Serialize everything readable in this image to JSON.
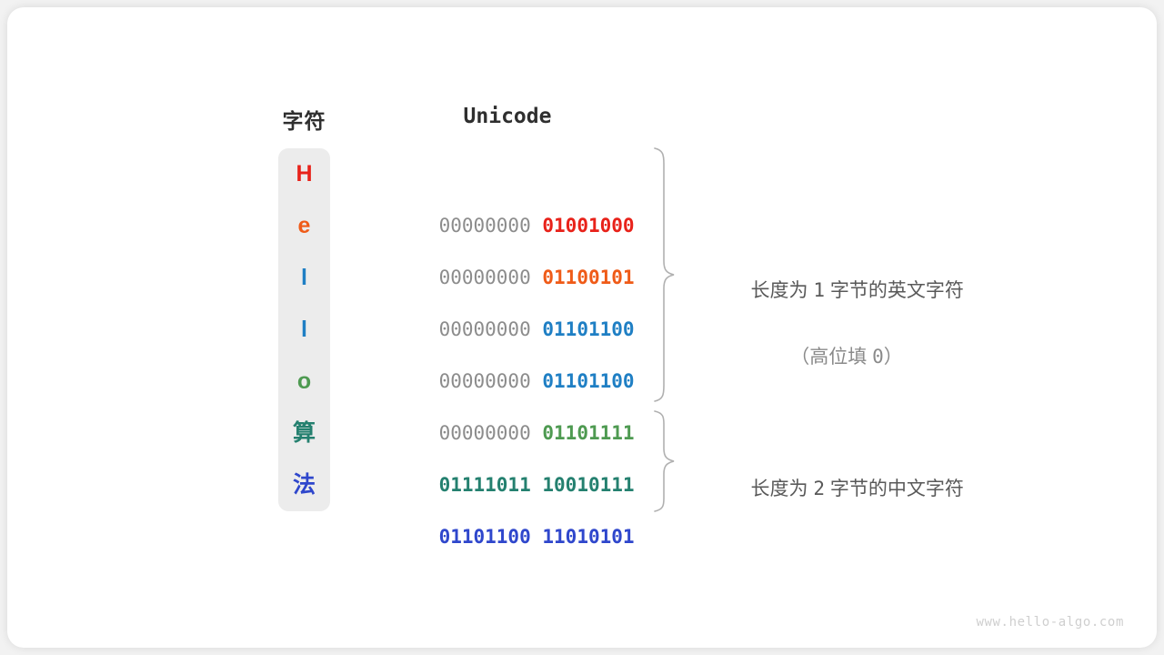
{
  "figure": {
    "watermark": "www.hello-algo.com",
    "background_color": "#f2f2f2",
    "card_color": "#ffffff",
    "column_color": "#ececec"
  },
  "headers": {
    "character": "字符",
    "unicode": "Unicode"
  },
  "rows": [
    {
      "character": "H",
      "color": "#e8221a",
      "pad_byte": "00000000",
      "significant_byte": "01001000",
      "pad_visible": true
    },
    {
      "character": "e",
      "color": "#ef5b18",
      "pad_byte": "00000000",
      "significant_byte": "01100101",
      "pad_visible": true
    },
    {
      "character": "l",
      "color": "#1f7fc4",
      "pad_byte": "00000000",
      "significant_byte": "01101100",
      "pad_visible": true
    },
    {
      "character": "l",
      "color": "#1f7fc4",
      "pad_byte": "00000000",
      "significant_byte": "01101100",
      "pad_visible": true
    },
    {
      "character": "o",
      "color": "#4e9a51",
      "pad_byte": "00000000",
      "significant_byte": "01101111",
      "pad_visible": true
    },
    {
      "character": "算",
      "color": "#24806f",
      "pad_byte": "01111011",
      "significant_byte": "10010111",
      "pad_visible": false
    },
    {
      "character": "法",
      "color": "#2f47cc",
      "pad_byte": "01101100",
      "significant_byte": "11010101",
      "pad_visible": false
    }
  ],
  "annotations": [
    {
      "prefix": "长度为 ",
      "number": "1",
      "suffix": " 字节的英文字符",
      "sub_prefix": "（高位填 ",
      "sub_number": "0",
      "sub_suffix": "）"
    },
    {
      "prefix": "长度为 ",
      "number": "2",
      "suffix": " 字节的中文字符",
      "sub_prefix": "",
      "sub_number": "",
      "sub_suffix": ""
    }
  ]
}
